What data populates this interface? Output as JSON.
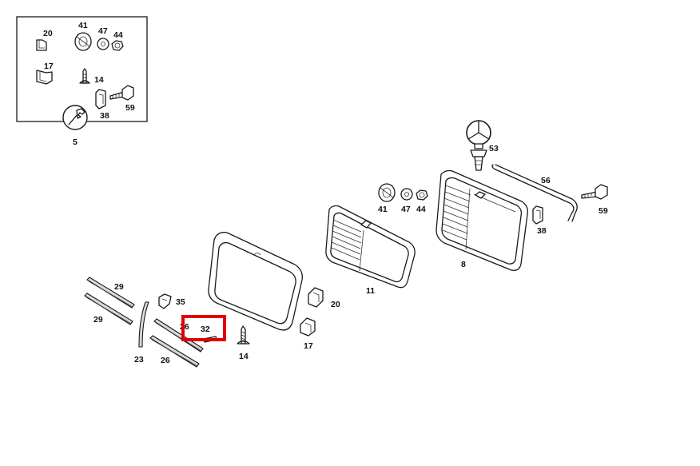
{
  "diagram": {
    "inset_labels": {
      "clip_20": "20",
      "clip_17": "17",
      "nut_41": "41",
      "washer_47": "47",
      "nut_44": "44",
      "screw_14": "14",
      "clip_38": "38",
      "bolt_59": "59",
      "tool_5": "5"
    },
    "part_labels": {
      "star_53": "53",
      "rod_56": "56",
      "nut_41": "41",
      "washer_47": "47",
      "nut_44": "44",
      "clip_38": "38",
      "bolt_59": "59",
      "grille_8": "8",
      "grille_11": "11",
      "frame_20": "20",
      "clip_17": "17",
      "screw_14": "14",
      "clip_35": "35",
      "strip_29a": "29",
      "strip_29b": "29",
      "strip_23": "23",
      "strip_26a": "26",
      "strip_26b": "26",
      "part_32": "32"
    },
    "highlight": {
      "label": "32",
      "color": "#e00000"
    }
  }
}
